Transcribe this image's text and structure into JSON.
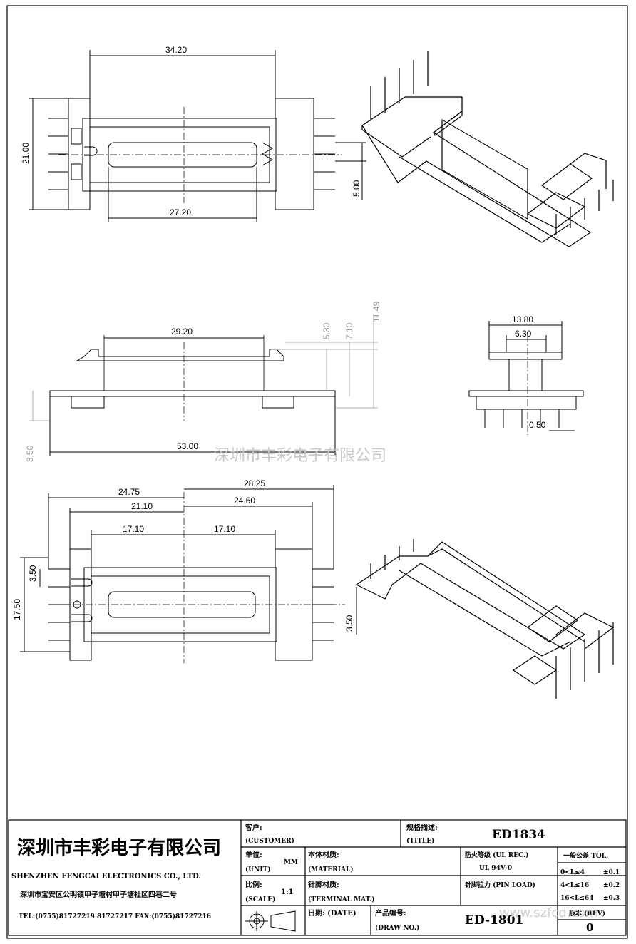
{
  "drawing": {
    "top_view_dims": {
      "overall_length": "34.20",
      "window_length": "27.20",
      "height": "21.00",
      "pin_pitch": "5.00"
    },
    "side_view_dims": {
      "flange_span": "29.20",
      "pin_span": "53.00",
      "h1": "5.30",
      "h2": "7.10",
      "h3": "11.49",
      "pin_len": "3.50"
    },
    "end_view_dims": {
      "width": "13.80",
      "inner": "6.30",
      "pin_dia": "0.50"
    },
    "bottom_view_dims": {
      "left_a": "24.75",
      "left_b": "21.10",
      "left_c": "17.10",
      "right_a": "28.25",
      "right_b": "24.60",
      "right_c": "17.10",
      "height": "17.50",
      "pitch_left": "3.50",
      "pitch_right": "3.50"
    }
  },
  "watermark": {
    "center": "深圳市丰彩电子有限公司",
    "corner": "www.szfcd.com"
  },
  "title_block": {
    "company_cn": "深圳市丰彩电子有限公司",
    "company_en": "SHENZHEN FENGCAI ELECTRONICS CO., LTD.",
    "address": "深圳市宝安区公明镇甲子塘村甲子塘社区四巷二号",
    "phone": "TEL:(0755)81727219  81727217   FAX:(0755)81727216",
    "customer_label": "客户:",
    "customer_label_en": "(CUSTOMER)",
    "title_label": "规格描述:",
    "title_label_en": "(TITLE)",
    "title_value": "ED1834",
    "unit_label": "单位:",
    "unit_label_en": "(UNIT)",
    "unit_value": "MM",
    "material_label": "本体材质:",
    "material_label_en": "(MATERIAL)",
    "flame_label": "防火等级 (UL REC.)",
    "flame_value": "UL 94V-0",
    "tol_label": "一般公差 TOL.",
    "tol_rows": [
      {
        "range": "0<L≤4",
        "value": "±0.1"
      },
      {
        "range": "4<L≤16",
        "value": "±0.2"
      },
      {
        "range": "16<L≤64",
        "value": "±0.3"
      }
    ],
    "scale_label": "比例:",
    "scale_label_en": "(SCALE)",
    "scale_value": "1:1",
    "terminal_label": "针脚材质:",
    "terminal_label_en": "(TERMINAL MAT.)",
    "pin_load_label": "针脚拉力 (PIN LOAD)",
    "date_label": "日期: (DATE)",
    "drawno_label": "产品编号:",
    "drawno_label_en": "(DRAW NO.)",
    "drawno_value": "ED-1801",
    "rev_label": "版本 (REV)",
    "rev_value": "0"
  }
}
